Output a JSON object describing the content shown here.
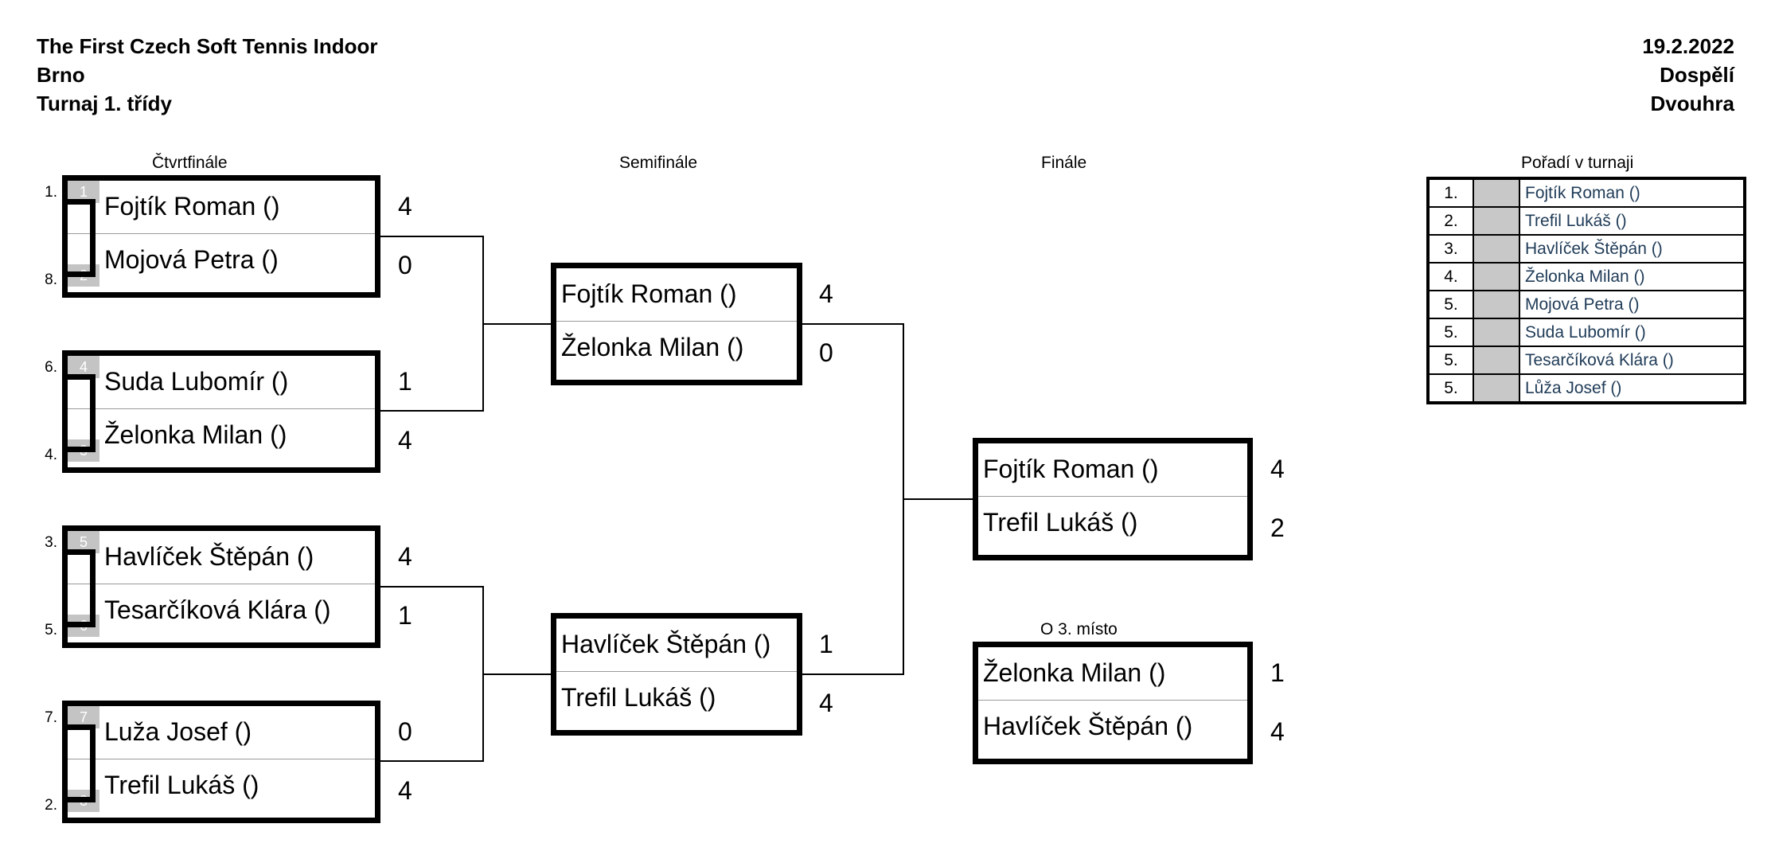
{
  "header": {
    "left": [
      "The First Czech Soft Tennis Indoor",
      "Brno",
      "Turnaj 1. třídy"
    ],
    "right": [
      "19.2.2022",
      "Dospělí",
      "Dvouhra"
    ]
  },
  "rounds": {
    "qf": "Čtvrtfinále",
    "sf": "Semifinále",
    "f": "Finále",
    "third": "O 3. místo",
    "ranking": "Pořadí v turnaji"
  },
  "quarterfinals": [
    {
      "top": {
        "seed_label": "1.",
        "box": "1",
        "name": "Fojtík Roman ()",
        "score": "4"
      },
      "bot": {
        "seed_label": "8.",
        "box": "2",
        "name": "Mojová Petra ()",
        "score": "0"
      }
    },
    {
      "top": {
        "seed_label": "6.",
        "box": "4",
        "name": "Suda Lubomír ()",
        "score": "1"
      },
      "bot": {
        "seed_label": "4.",
        "box": "3",
        "name": "Želonka Milan ()",
        "score": "4"
      }
    },
    {
      "top": {
        "seed_label": "3.",
        "box": "5",
        "name": "Havlíček Štěpán ()",
        "score": "4"
      },
      "bot": {
        "seed_label": "5.",
        "box": "6",
        "name": "Tesarčíková Klára ()",
        "score": "1"
      }
    },
    {
      "top": {
        "seed_label": "7.",
        "box": "7",
        "name": "Luža Josef ()",
        "score": "0"
      },
      "bot": {
        "seed_label": "2.",
        "box": "8",
        "name": "Trefil Lukáš ()",
        "score": "4"
      }
    }
  ],
  "semifinals": [
    {
      "top": {
        "name": "Fojtík Roman ()",
        "score": "4"
      },
      "bot": {
        "name": "Želonka Milan ()",
        "score": "0"
      }
    },
    {
      "top": {
        "name": "Havlíček Štěpán ()",
        "score": "1"
      },
      "bot": {
        "name": "Trefil Lukáš ()",
        "score": "4"
      }
    }
  ],
  "final": {
    "top": {
      "name": "Fojtík Roman ()",
      "score": "4"
    },
    "bot": {
      "name": "Trefil Lukáš ()",
      "score": "2"
    }
  },
  "third_place": {
    "top": {
      "name": "Želonka Milan ()",
      "score": "1"
    },
    "bot": {
      "name": "Havlíček Štěpán ()",
      "score": "4"
    }
  },
  "ranking": [
    {
      "pos": "1.",
      "name": "Fojtík Roman ()"
    },
    {
      "pos": "2.",
      "name": "Trefil Lukáš ()"
    },
    {
      "pos": "3.",
      "name": "Havlíček Štěpán ()"
    },
    {
      "pos": "4.",
      "name": "Želonka Milan ()"
    },
    {
      "pos": "5.",
      "name": "Mojová Petra ()"
    },
    {
      "pos": "5.",
      "name": "Suda Lubomír ()"
    },
    {
      "pos": "5.",
      "name": "Tesarčíková Klára ()"
    },
    {
      "pos": "5.",
      "name": "Lůža Josef ()"
    }
  ]
}
